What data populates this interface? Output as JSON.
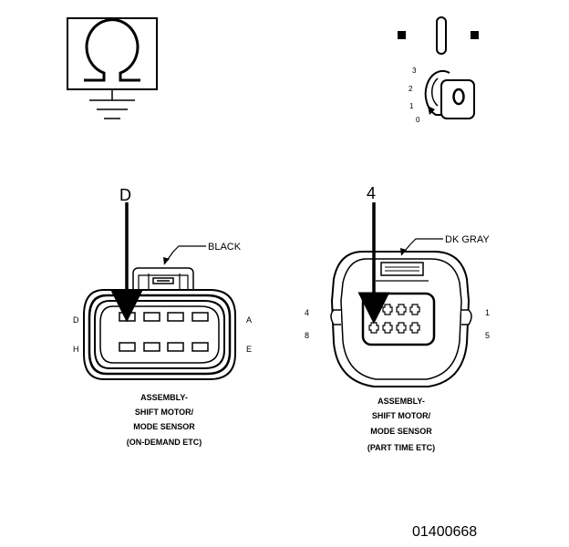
{
  "colors": {
    "ink": "#000000",
    "paper": "#ffffff"
  },
  "icons": {
    "meter": "ohmmeter-ohm-symbol-icon",
    "ground": "ground-symbol-icon",
    "ignition": "ignition-key-switch-icon"
  },
  "ignition": {
    "positions": [
      "3",
      "2",
      "1",
      "0"
    ],
    "key_label": "0"
  },
  "left_connector": {
    "probe_letter": "D",
    "color_callout": "BLACK",
    "pins_left": [
      "D",
      "H"
    ],
    "pins_right": [
      "A",
      "E"
    ],
    "caption": [
      "ASSEMBLY-",
      "SHIFT MOTOR/",
      "MODE SENSOR",
      "(ON-DEMAND ETC)"
    ]
  },
  "right_connector": {
    "probe_number": "4",
    "color_callout": "DK GRAY",
    "pins_left": [
      "4",
      "8"
    ],
    "pins_right": [
      "1",
      "5"
    ],
    "caption": [
      "ASSEMBLY-",
      "SHIFT MOTOR/",
      "MODE SENSOR",
      "(PART TIME ETC)"
    ]
  },
  "figure_number": "01400668"
}
